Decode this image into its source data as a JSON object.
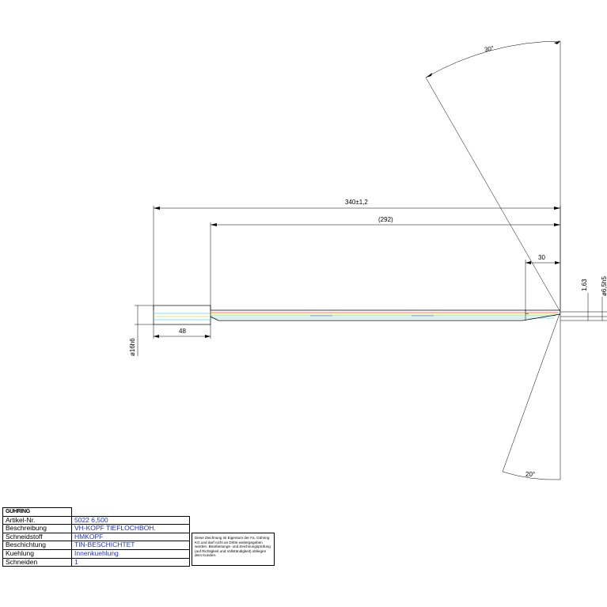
{
  "dimensions": {
    "overall_length": "340±1,2",
    "flute_length": "(292)",
    "shank_length": "48",
    "tip_length": "30",
    "shank_diameter": "ø16h6",
    "head_diameter": "ø6,5h5",
    "offset": "1,63",
    "top_angle": "30°",
    "bottom_angle": "20°"
  },
  "title_block": {
    "logo": "GÜHRING",
    "rows": [
      {
        "label": "Artikel-Nr.",
        "value": "5022  6,500"
      },
      {
        "label": "Beschreibung",
        "value": "VH-KOPF  TIEFLOCHBOH."
      },
      {
        "label": "Schneidstoff",
        "value": "HMKOPF"
      },
      {
        "label": "Beschichtung",
        "value": "TIN-BESCHICHTET"
      },
      {
        "label": "Kuehlung",
        "value": "Innenkuehlung"
      },
      {
        "label": "Schneiden",
        "value": "1"
      }
    ],
    "notice": "Diese Zeichnung ist Eigentum der Fa. Gühring KG und darf nicht an Dritte weitergegeben werden. Bearbeitungs- und Zeichnungsprüfung (auf Richtigkeit und Vollständigkeit) obliegen dem Kunden."
  },
  "colors": {
    "line": "#000000",
    "cyan": "#00c8d8",
    "yellow": "#d8c800",
    "red": "#d00000",
    "green": "#00a000",
    "blue": "#2233cc"
  }
}
